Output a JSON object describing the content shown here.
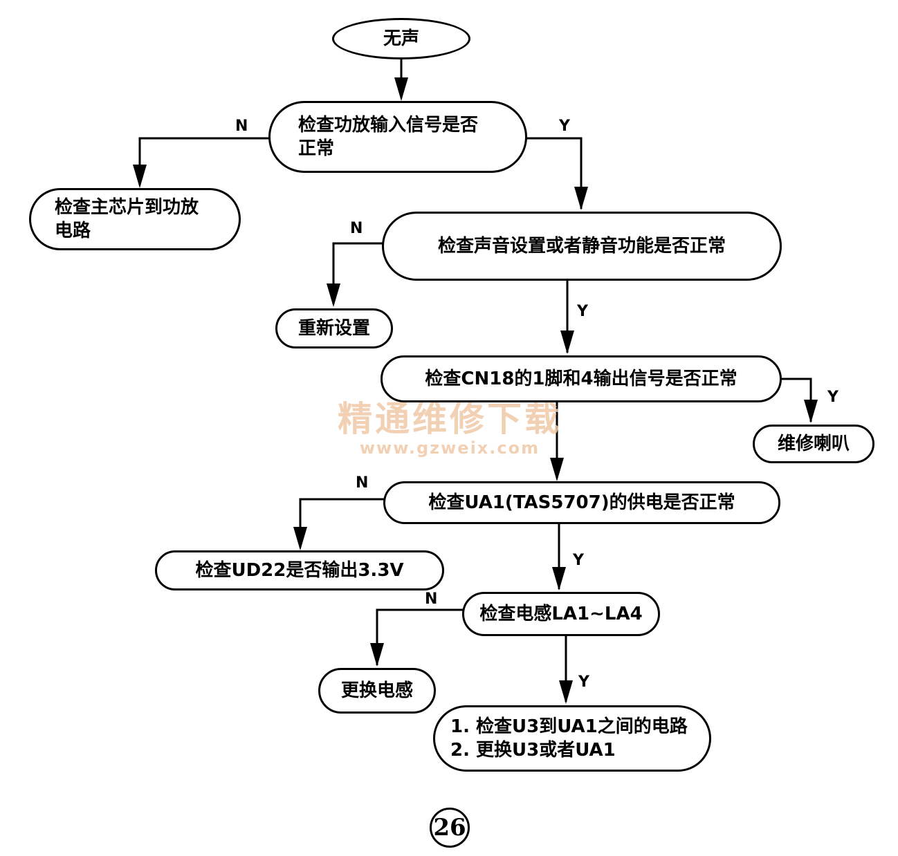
{
  "nodes": {
    "start": "无声",
    "check_amp_input": [
      "检查功放输入信号是否",
      "正常"
    ],
    "check_main_chip": [
      "检查主芯片到功放",
      "电路"
    ],
    "check_sound_settings": "检查声音设置或者静音功能是否正常",
    "reset": "重新设置",
    "check_cn18": "检查CN18的1脚和4输出信号是否正常",
    "repair_speaker": "维修喇叭",
    "check_ua1_power": "检查UA1(TAS5707)的供电是否正常",
    "check_ud22": "检查UD22是否输出3.3V",
    "check_inductors": "检查电感LA1~LA4",
    "replace_inductors": "更换电感",
    "final_actions": [
      "1. 检查U3到UA1之间的电路",
      "2. 更换U3或者UA1"
    ]
  },
  "labels": {
    "yes": "Y",
    "no": "N"
  },
  "watermark": {
    "line1": "精通维修下载",
    "line2": "www.gzweix.com"
  },
  "page_number": "26"
}
